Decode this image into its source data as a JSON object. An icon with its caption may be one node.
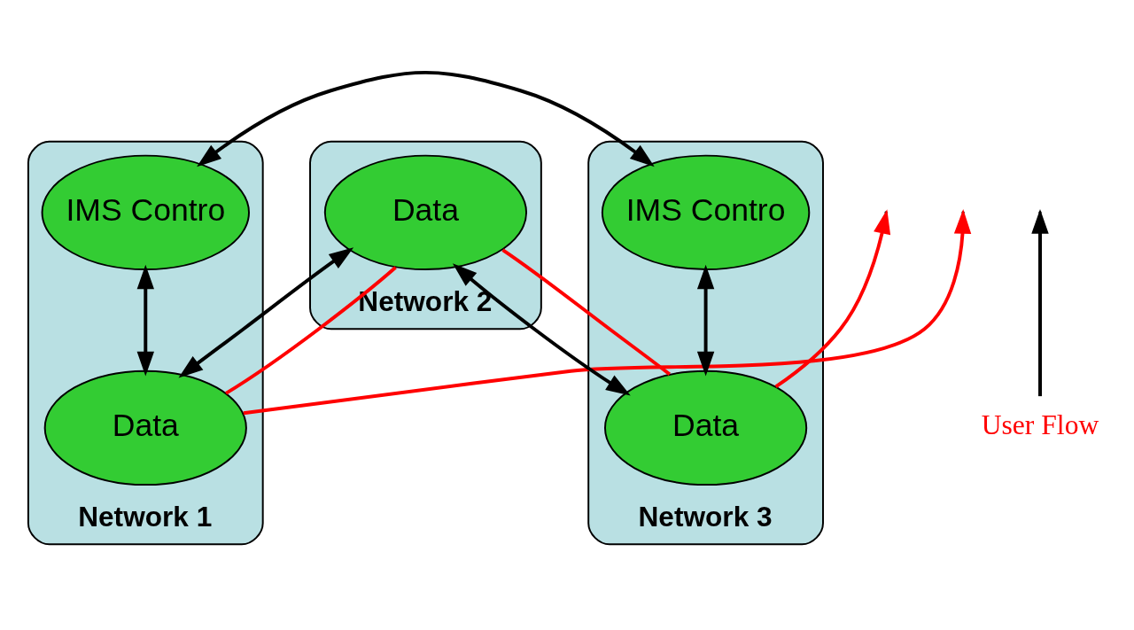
{
  "diagram": {
    "nodes": [
      {
        "text": [
          "Network 1"
        ]
      },
      {
        "text": [
          "IMS Contro"
        ],
        "in": 0
      },
      {
        "text": [
          "Data"
        ],
        "in": 0
      },
      {
        "text": [
          "Network 2"
        ]
      },
      {
        "text": [
          "Data"
        ],
        "in": 3
      },
      {
        "text": [
          "Network 3"
        ]
      },
      {
        "text": [
          "IMS Contro"
        ],
        "in": 5
      },
      {
        "text": [
          "Data"
        ],
        "in": 5
      },
      {
        "text": [
          "User Flow"
        ]
      }
    ],
    "edges": [
      {
        "from": 1,
        "to": 6,
        "arrow": "both"
      },
      {
        "from": 1,
        "to": 2,
        "arrow": "both"
      },
      {
        "from": 6,
        "to": 7,
        "arrow": "both"
      },
      {
        "from": 2,
        "to": 4,
        "arrow": "both"
      },
      {
        "from": 4,
        "to": 7,
        "arrow": "both"
      },
      {
        "from": 2,
        "to": null,
        "arrow": "to",
        "color": "#ff0000"
      },
      {
        "from": 2,
        "to": 4,
        "arrow": "none",
        "color": "#ff0000"
      },
      {
        "from": 4,
        "to": 7,
        "arrow": "none",
        "color": "#ff0000"
      },
      {
        "from": 7,
        "to": null,
        "arrow": "to",
        "color": "#ff0000"
      },
      {
        "from": 8,
        "to": null,
        "arrow": "to"
      }
    ]
  }
}
